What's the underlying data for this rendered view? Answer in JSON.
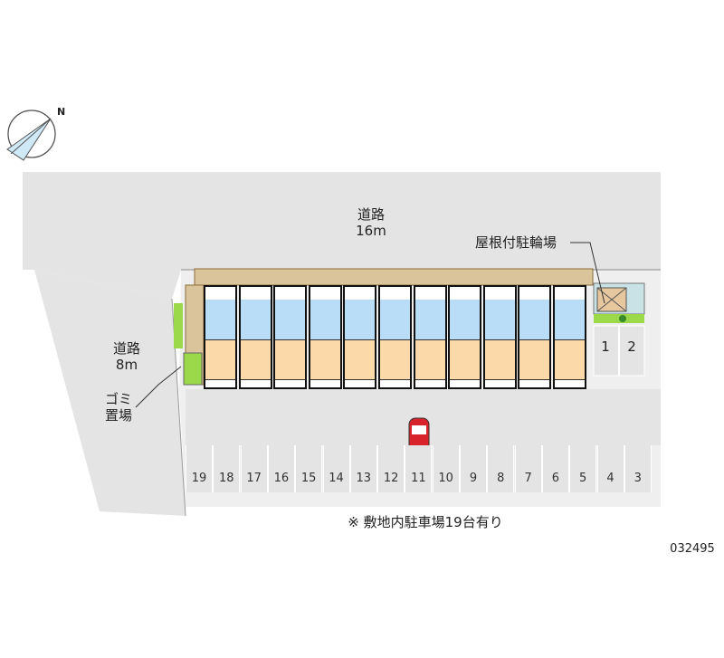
{
  "road_top": {
    "label": "道路",
    "width": "16m"
  },
  "road_left": {
    "label": "道路",
    "width": "8m"
  },
  "garbage": "ゴミ\n置場",
  "garbage_lines": [
    "ゴミ",
    "置場"
  ],
  "bike_parking": "屋根付駐輪場",
  "stalls_bottom": [
    "19",
    "18",
    "17",
    "16",
    "15",
    "14",
    "13",
    "12",
    "11",
    "10",
    "9",
    "8",
    "7",
    "6",
    "5",
    "4",
    "3"
  ],
  "stalls_side": [
    "1",
    "2"
  ],
  "highlighted_stall": "11",
  "parking_note": "※ 敷地内駐車場19台有り",
  "code": "032495",
  "unit_count": 11,
  "colors": {
    "road": "#e4e4e4",
    "living": "#fbd9a8",
    "wet": "#b9dcf7",
    "green": "#9bd94a",
    "car": "#d8232a"
  }
}
